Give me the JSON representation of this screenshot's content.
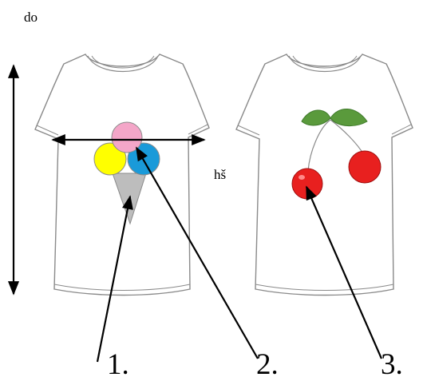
{
  "labels": {
    "length": "do",
    "chest_width": "hš",
    "callout_1": "1.",
    "callout_2": "2.",
    "callout_3": "3."
  },
  "icons": [
    "t-shirt-icon",
    "ice-cream-icon",
    "cherries-icon"
  ],
  "colors": {
    "outline": "#8a8a8a",
    "scoop_pink": "#f4a6c8",
    "scoop_yellow": "#ffff00",
    "scoop_blue": "#1a9ad9",
    "cone": "#bdbdbd",
    "cherry": "#e8201f",
    "cherry_leaf": "#5a9a3c",
    "arrow": "#000000"
  }
}
